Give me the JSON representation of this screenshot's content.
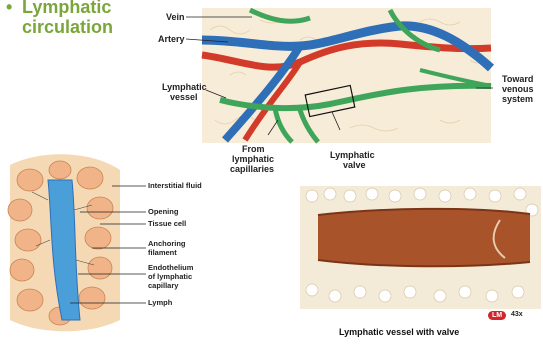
{
  "title": {
    "bullet": "•",
    "line1": "Lymphatic",
    "line2": "circulation"
  },
  "top_diagram": {
    "labels": {
      "vein": "Vein",
      "artery": "Artery",
      "lymphatic_vessel_1": "Lymphatic",
      "lymphatic_vessel_2": "vessel",
      "from_caps_1": "From",
      "from_caps_2": "lymphatic",
      "from_caps_3": "capillaries",
      "valve_1": "Lymphatic",
      "valve_2": "valve",
      "toward_1": "Toward",
      "toward_2": "venous",
      "toward_3": "system"
    },
    "colors": {
      "vein": "#2e6fb8",
      "artery": "#d23a2a",
      "lymphatic": "#3fa55a"
    }
  },
  "capillary_diagram": {
    "labels": {
      "interstitial_fluid": "Interstitial fluid",
      "opening": "Opening",
      "tissue_cell": "Tissue cell",
      "anchoring_1": "Anchoring",
      "anchoring_2": "filament",
      "endo_1": "Endothelium",
      "endo_2": "of lymphatic",
      "endo_3": "capillary",
      "lymph": "Lymph"
    }
  },
  "micrograph": {
    "badge": "LM",
    "magnification": "43x",
    "caption": "Lymphatic vessel with valve"
  }
}
